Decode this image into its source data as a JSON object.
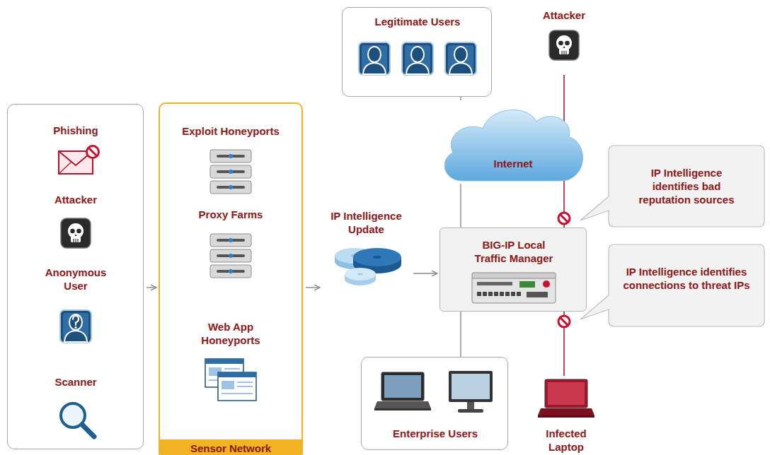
{
  "diagram": {
    "nodes": [
      {
        "text": [
          "Phishing",
          "Attacker",
          "Anonymous User",
          "Scanner"
        ]
      },
      {
        "text": [
          "Exploit Honeyports",
          "Proxy Farms",
          "Web App Honeyports",
          "Sensor Network"
        ]
      },
      {
        "text": [
          "IP Intelligence Update"
        ]
      },
      {
        "text": [
          "Legitimate Users"
        ]
      },
      {
        "text": [
          "Attacker"
        ]
      },
      {
        "text": [
          "Internet"
        ]
      },
      {
        "text": [
          "BIG-IP Local Traffic Manager"
        ]
      },
      {
        "text": [
          "IP Intelligence identifies bad reputation sources"
        ]
      },
      {
        "text": [
          "IP Intelligence identifies connections to threat IPs"
        ]
      },
      {
        "text": [
          "Enterprise Users"
        ]
      },
      {
        "text": [
          "Infected Laptop"
        ]
      }
    ],
    "edges": [
      {
        "from": 0,
        "to": 1,
        "arrow": "to"
      },
      {
        "from": 1,
        "to": 2,
        "arrow": "to"
      },
      {
        "from": 2,
        "to": 6,
        "arrow": "to"
      },
      {
        "from": 3,
        "to": 5,
        "arrow": "none"
      },
      {
        "from": 4,
        "to": 6,
        "arrow": "none"
      },
      {
        "from": 5,
        "to": 6,
        "arrow": "none"
      },
      {
        "from": 6,
        "to": 9,
        "arrow": "none"
      },
      {
        "from": 6,
        "to": 10,
        "arrow": "none"
      }
    ]
  }
}
